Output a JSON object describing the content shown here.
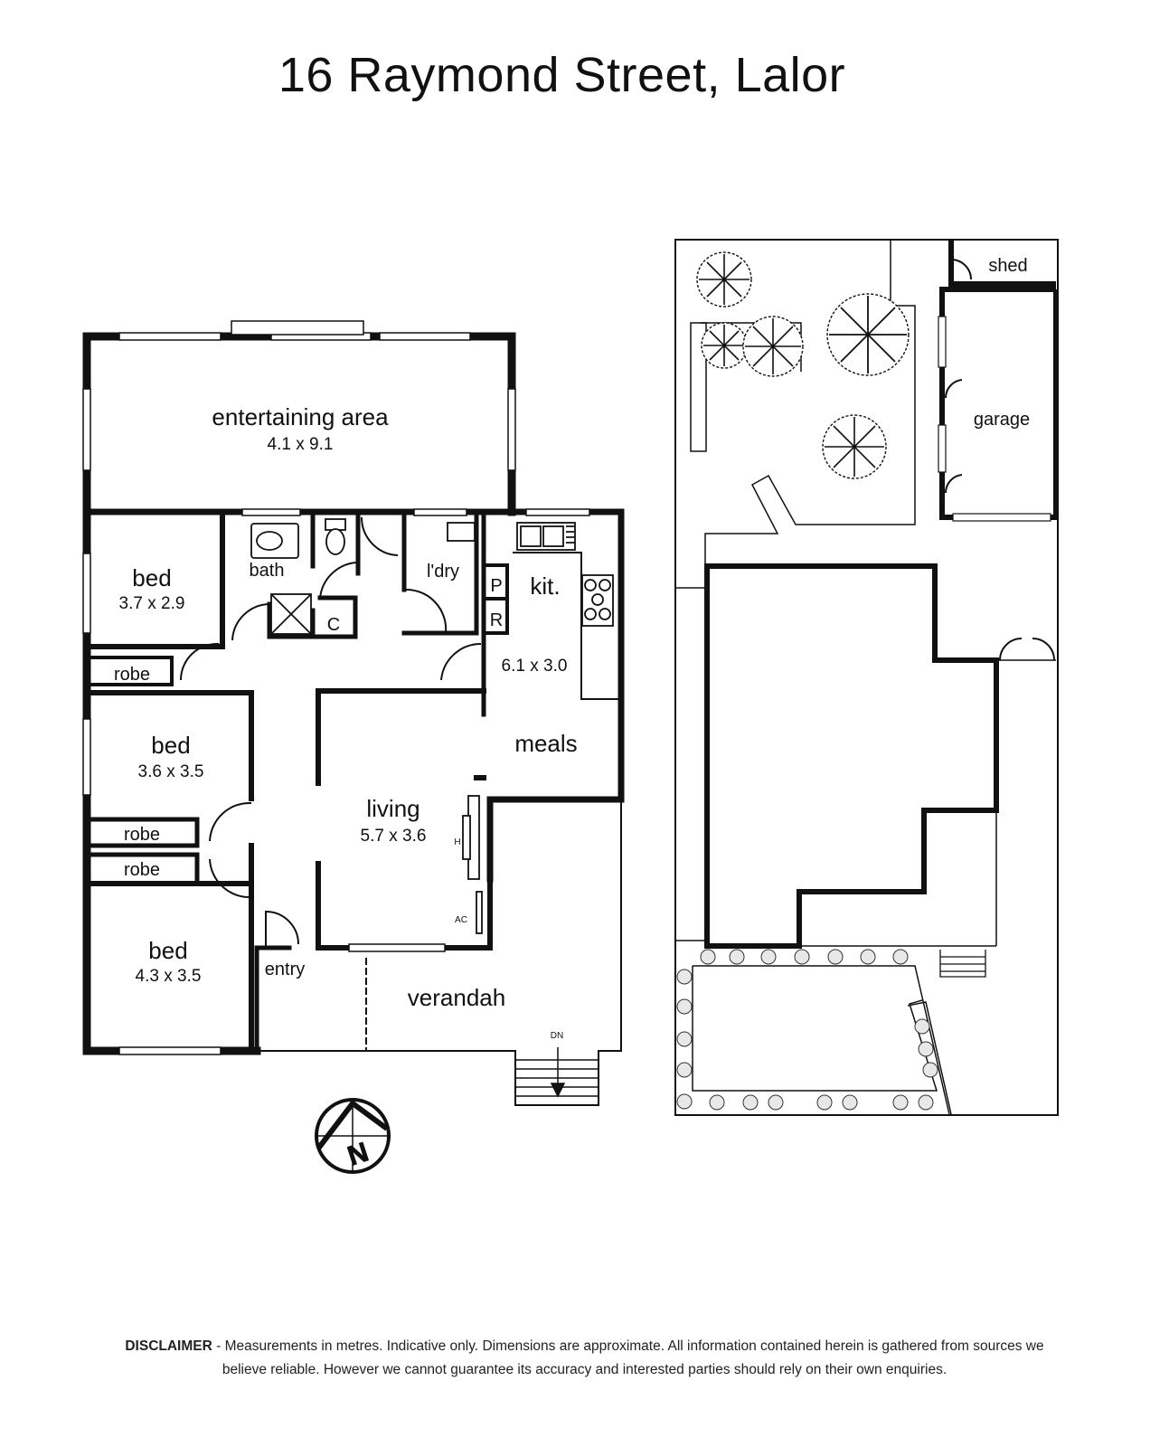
{
  "title": "16 Raymond Street, Lalor",
  "rooms": {
    "entertaining": {
      "name": "entertaining area",
      "dims": "4.1 x 9.1"
    },
    "bed1": {
      "name": "bed",
      "dims": "3.7 x 2.9"
    },
    "bed2": {
      "name": "bed",
      "dims": "3.6 x 3.5"
    },
    "bed3": {
      "name": "bed",
      "dims": "4.3 x 3.5"
    },
    "bath": {
      "name": "bath"
    },
    "laundry": {
      "name": "l'dry"
    },
    "kitchen": {
      "name": "kit.",
      "dims": "6.1 x 3.0"
    },
    "meals": {
      "name": "meals"
    },
    "living": {
      "name": "living",
      "dims": "5.7 x 3.6"
    },
    "entry": {
      "name": "entry"
    },
    "verandah": {
      "name": "verandah"
    },
    "robe1": {
      "name": "robe"
    },
    "robe2": {
      "name": "robe"
    },
    "robe3": {
      "name": "robe"
    }
  },
  "fixtures": {
    "pantry": "P",
    "fridge": "R",
    "cupboard": "C",
    "heater": "H",
    "aircon": "AC",
    "down": "DN"
  },
  "site": {
    "shed": "shed",
    "garage": "garage"
  },
  "compass": {
    "north": "N"
  },
  "disclaimer": {
    "heading": "DISCLAIMER",
    "text": " - Measurements in metres. Indicative only. Dimensions are approximate. All information contained herein is gathered from sources we believe reliable. However we cannot guarantee its accuracy and interested parties should rely on their own enquiries."
  }
}
